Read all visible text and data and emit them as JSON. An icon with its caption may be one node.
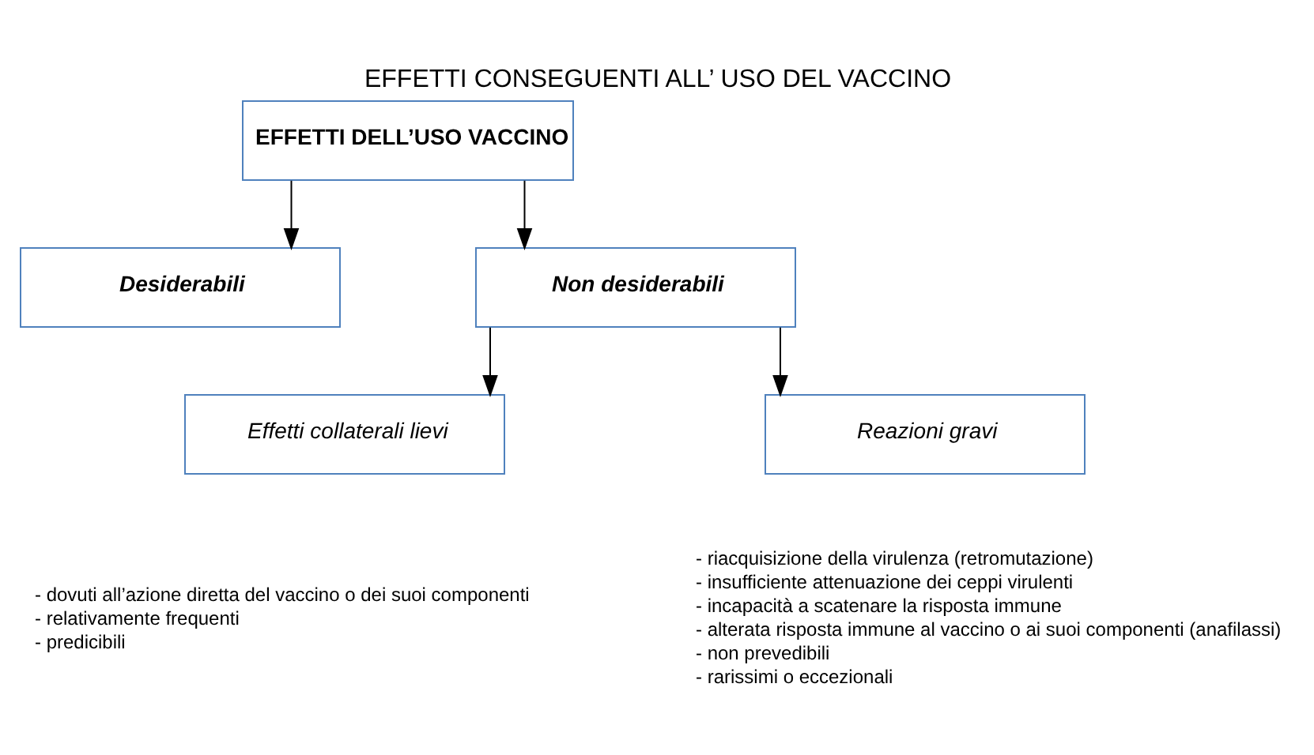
{
  "diagram": {
    "title": "EFFETTI CONSEGUENTI ALL’ USO DEL VACCINO",
    "nodes": [
      {
        "text": [
          "EFFETTI DELL’USO VACCINO"
        ]
      },
      {
        "text": [
          "Desiderabili"
        ]
      },
      {
        "text": [
          "Non desiderabili"
        ]
      },
      {
        "text": [
          "Effetti collaterali lievi"
        ],
        "beside": [
          "- dovuti all’azione diretta del vaccino o dei suoi componenti",
          "- relativamente frequenti",
          "- predicibili"
        ]
      },
      {
        "text": [
          "Reazioni gravi"
        ],
        "beside": [
          "- riacquisizione della virulenza (retromutazione)",
          "- insufficiente attenuazione dei ceppi virulenti",
          "- incapacità a scatenare la risposta immune",
          "- alterata risposta immune al vaccino o ai suoi componenti (anafilassi)",
          "- non prevedibili",
          "- rarissimi o eccezionali"
        ]
      }
    ],
    "edges": [
      {
        "from": 0,
        "to": 1,
        "arrow": "to"
      },
      {
        "from": 0,
        "to": 2,
        "arrow": "to"
      },
      {
        "from": 2,
        "to": 3,
        "arrow": "to"
      },
      {
        "from": 2,
        "to": 4,
        "arrow": "to"
      }
    ]
  }
}
